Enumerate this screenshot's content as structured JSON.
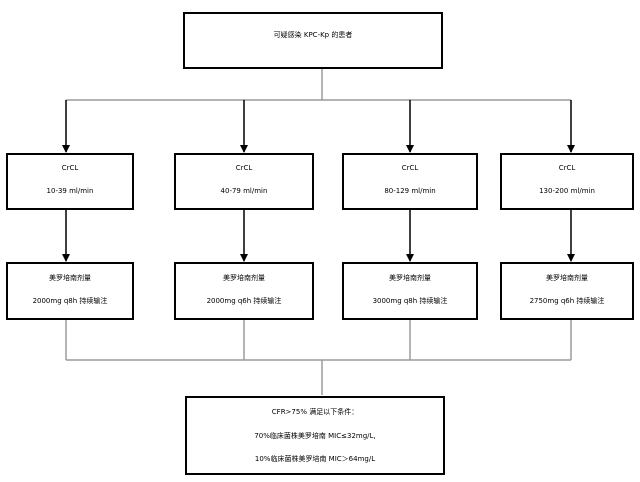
{
  "title": "可疑感染 KPC-Kp 的患者",
  "crcl_groups": [
    {
      "label": "CrCL",
      "range": "10-39 ml/min",
      "drug": "美罗培南剂量",
      "dose": "2000mg q8h  持续输注"
    },
    {
      "label": "CrCL",
      "range": "40-79 ml/min",
      "drug": "美罗培南剂量",
      "dose": "2000mg q6h  持续输注"
    },
    {
      "label": "CrCL",
      "range": "80-129 ml/min",
      "drug": "美罗培南剂量",
      "dose": "3000mg q8h  持续输注"
    },
    {
      "label": "CrCL",
      "range": "130-200 ml/min",
      "drug": "美罗培南剂量",
      "dose": "2750mg q6h  持续输注"
    }
  ],
  "criteria": {
    "heading": "CFR>75%  满足以下条件：",
    "line1": "70%临床菌株美罗培南 MIC≤32mg/L,",
    "line2": "10%临床菌株美罗培南 MIC＞64mg/L"
  },
  "colors": {
    "line": "#000000",
    "connector": "#9a9a9a",
    "box_border": "#000000"
  }
}
